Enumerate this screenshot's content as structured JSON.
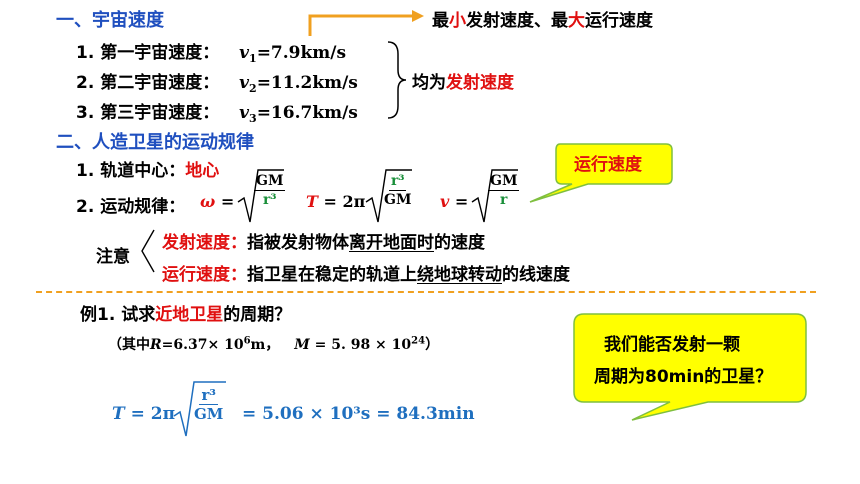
{
  "section1": {
    "title": "一、宇宙速度",
    "items": [
      {
        "label": "1. 第一宇宙速度：",
        "var": "v",
        "sub": "1",
        "value": "=7.9km/s"
      },
      {
        "label": "2. 第二宇宙速度：",
        "var": "v",
        "sub": "2",
        "value": "=11.2km/s"
      },
      {
        "label": "3. 第三宇宙速度：",
        "var": "v",
        "sub": "3",
        "value": "=16.7km/s"
      }
    ],
    "note_prefix": "最",
    "note_small": "小",
    "note_mid": "发射速度、最",
    "note_big": "大",
    "note_suffix": "运行速度",
    "brace_prefix": "均为",
    "brace_red": "发射速度"
  },
  "section2": {
    "title": "二、人造卫星的运动规律",
    "item1_label": "1. 轨道中心：",
    "item1_value": "地心",
    "item2_label": "2. 运动规律：",
    "omega": "ω",
    "T": "T",
    "two_pi": "= 2π",
    "v": "v",
    "eq": "=",
    "GM": "GM",
    "r3": "r³",
    "r": "r",
    "callout": "运行速度",
    "note_label": "注意",
    "note1_red": "发射速度：",
    "note1_a": "指被发射物体",
    "note1_u": "离开地面时",
    "note1_b": "的速度",
    "note2_red": "运行速度：",
    "note2_a": "指卫星在稳定的轨道上",
    "note2_u": "绕地球转动",
    "note2_b": "的线速度"
  },
  "example": {
    "prefix": "例1. 试求",
    "red": "近地卫星",
    "suffix": "的周期？",
    "given_open": "（其中",
    "given_R": "R",
    "given_R_val": "=6.37× 10",
    "given_R_exp": "6",
    "given_R_unit": "m，",
    "given_M": "M",
    "given_M_val": " = 5. 98 × 10",
    "given_M_exp": "24",
    "given_close": "）",
    "result_T": "T",
    "result_two_pi": "= 2π",
    "result_num": "r³",
    "result_den": "GM",
    "result_value": "= 5.06 × 10³s = 84.3min",
    "bubble_line1": "我们能否发射一颗",
    "bubble_line2": "周期为80min的卫星？"
  },
  "colors": {
    "blue": "#1f4fbf",
    "red": "#e01010",
    "callout_fill": "#ffff00",
    "divider": "#f0a020"
  }
}
